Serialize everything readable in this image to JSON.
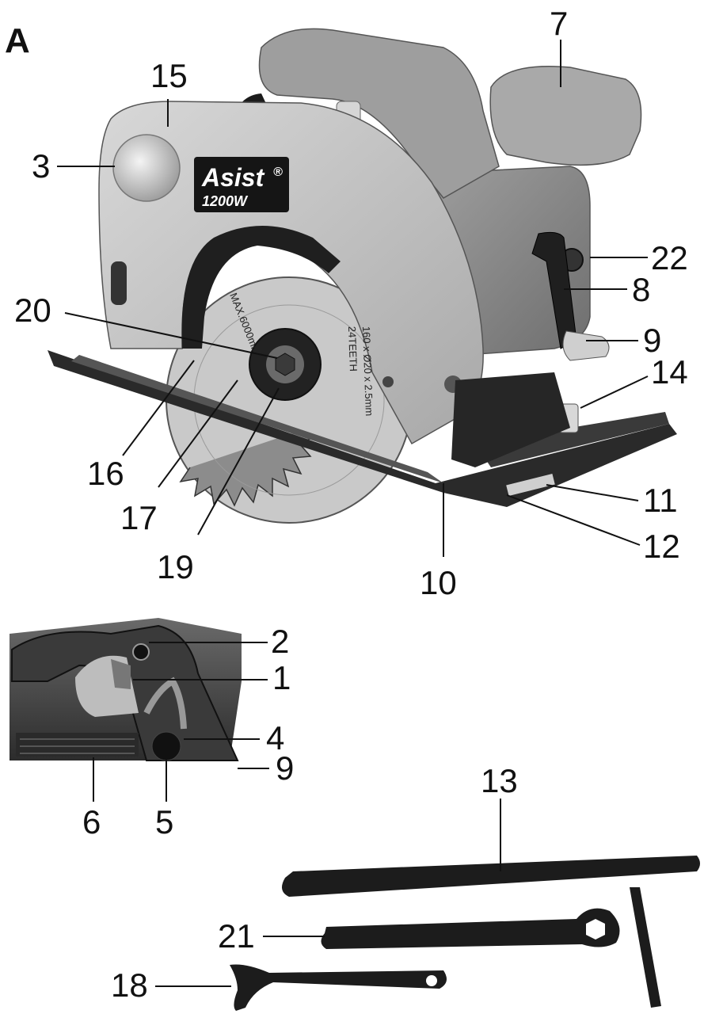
{
  "figure": {
    "panel_letter": "A",
    "brand_logo": {
      "name": "Asist",
      "mark": "®",
      "power": "1200W"
    },
    "blade_print": {
      "max_speed": "MAX.6000min",
      "spec": "160 x Ø20 x 2.5mm",
      "teeth": "24TEETH"
    }
  },
  "callouts": {
    "c1": "1",
    "c2": "2",
    "c3": "3",
    "c4": "4",
    "c5": "5",
    "c6": "6",
    "c7": "7",
    "c8": "8",
    "c9a": "9",
    "c9b": "9",
    "c10": "10",
    "c11": "11",
    "c12": "12",
    "c13": "13",
    "c14": "14",
    "c15": "15",
    "c16": "16",
    "c17": "17",
    "c18": "18",
    "c19": "19",
    "c20": "20",
    "c21": "21",
    "c22": "22"
  },
  "colors": {
    "housing": "#bdbdbd",
    "motor": "#8a8a8a",
    "dark": "#1c1c1c",
    "ink": "#111111"
  }
}
